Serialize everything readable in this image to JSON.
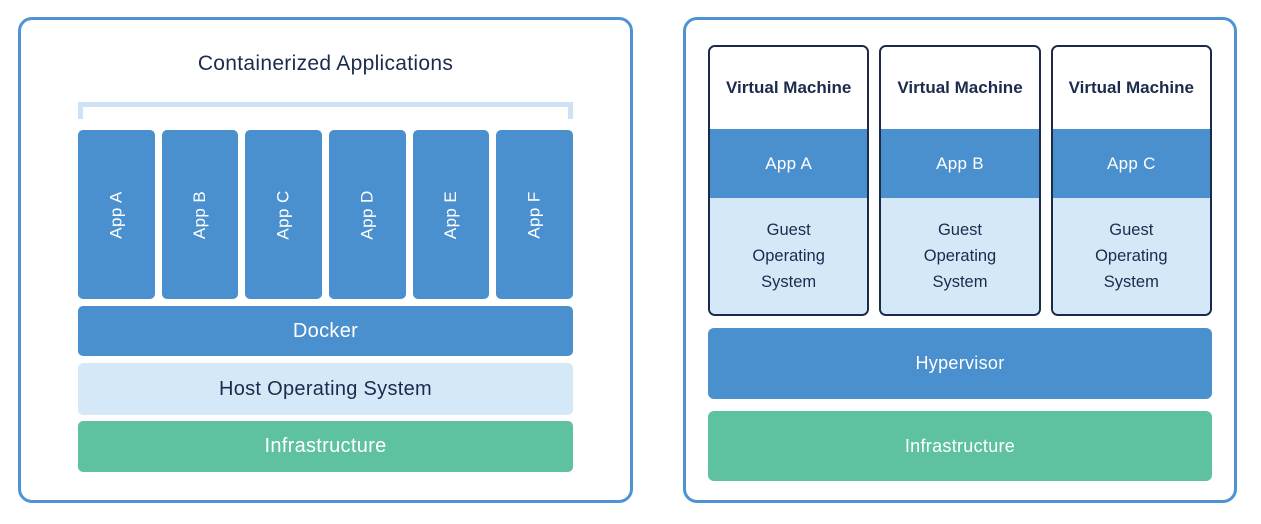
{
  "left_panel": {
    "title": "Containerized Applications",
    "apps": [
      "App A",
      "App B",
      "App C",
      "App D",
      "App E",
      "App F"
    ],
    "layers": {
      "docker": "Docker",
      "host_os": "Host Operating System",
      "infrastructure": "Infrastructure"
    }
  },
  "right_panel": {
    "machines": [
      {
        "title": "Virtual Machine",
        "app": "App A",
        "guest_os": "Guest Operating System"
      },
      {
        "title": "Virtual Machine",
        "app": "App B",
        "guest_os": "Guest Operating System"
      },
      {
        "title": "Virtual Machine",
        "app": "App C",
        "guest_os": "Guest Operating System"
      }
    ],
    "layers": {
      "hypervisor": "Hypervisor",
      "infrastructure": "Infrastructure"
    }
  },
  "colors": {
    "blue": "#4A90CE",
    "light_blue": "#D5E8F8",
    "green": "#5EC2A1",
    "navy_text": "#1B2B4C",
    "panel_border": "#4E94D5",
    "bracket": "#CDE2F4",
    "vm_border": "#1C2A4A"
  }
}
